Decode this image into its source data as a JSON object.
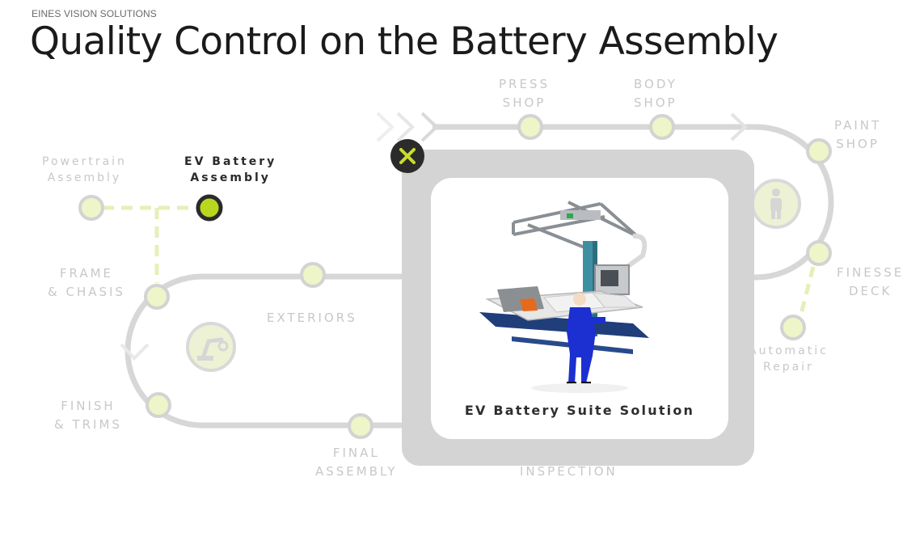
{
  "brand": "EINES VISION SOLUTIONS",
  "title": "Quality Control on the Battery Assembly",
  "stations": {
    "press_shop": "PRESS\nSHOP",
    "body_shop": "BODY\nSHOP",
    "paint_shop": "PAINT\nSHOP",
    "finesse_deck": "FINESSE\nDECK",
    "automatic_repair": "Automatic\nRepair",
    "powertrain": "Powertrain\nAssembly",
    "ev_battery": "EV Battery\nAssembly",
    "frame_chasis": "FRAME\n& CHASIS",
    "exteriors": "EXTERIORS",
    "finish_trims": "FINISH\n& TRIMS",
    "final_assembly": "FINAL\nASSEMBLY",
    "inspection": "INSPECTION"
  },
  "popup": {
    "title": "EV Battery Suite Solution"
  },
  "icons": {
    "close": "close-x-icon",
    "person": "person-icon",
    "robot": "robot-arm-icon"
  },
  "colors": {
    "track": "#d6d6d6",
    "node_fill": "#eef5c8",
    "node_stroke": "#d3d3d3",
    "active_node": "#b8d820",
    "accent_dashes": "#e4f0b8",
    "close_x": "#c9df2a"
  }
}
